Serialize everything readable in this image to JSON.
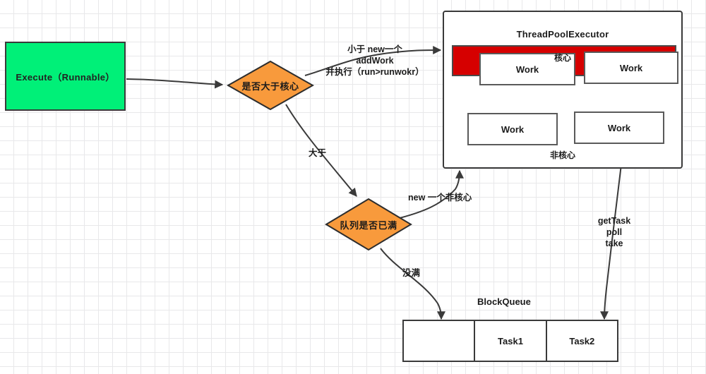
{
  "diagram": {
    "title_node": "Execute（Runnable）",
    "decision1": "是否大于核心",
    "decision2": "队列是否已满",
    "thread_pool": {
      "title": "ThreadPoolExecutor",
      "core_label": "核心",
      "noncore_label": "非核心",
      "core_workers": [
        "Work",
        "Work"
      ],
      "noncore_workers": [
        "Work",
        "Work"
      ]
    },
    "block_queue": {
      "title": "BlockQueue",
      "cells": [
        "",
        "Task1",
        "Task2"
      ]
    },
    "edges": {
      "less_than": "小于 new一个\naddWork\n并执行（run>runwokr）",
      "less_than_line1": "小于 new一个",
      "less_than_line2": "addWork",
      "less_than_line3": "并执行（run>runwokr）",
      "greater_than": "大于",
      "new_noncore": "new 一个非核心",
      "not_full": "没满",
      "get_task_line1": "getTask",
      "get_task_line2": "poll",
      "get_task_line3": "take"
    },
    "colors": {
      "green": "#00f078",
      "orange": "#f89a3c",
      "red": "#d60000",
      "stroke": "#3a3a3a",
      "grid": "#e8e8ea"
    }
  }
}
